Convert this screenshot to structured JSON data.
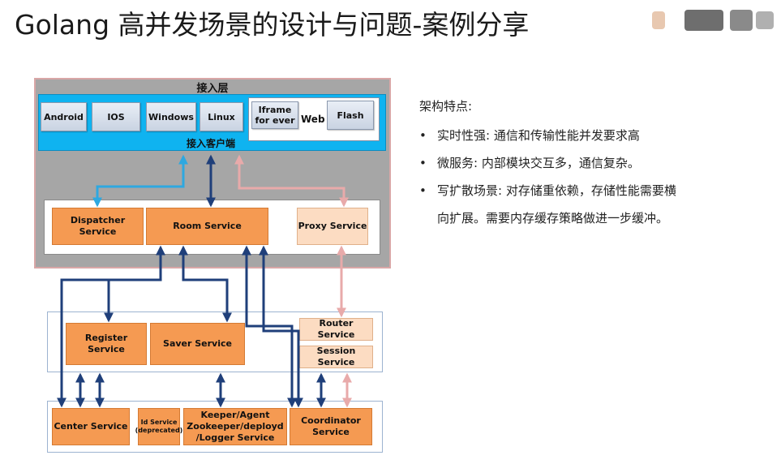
{
  "title": "Golang 高并发场景的设计与问题-案例分享",
  "diagram": {
    "access_layer_label": "接入层",
    "client_label": "接入客户端",
    "web_label": "Web",
    "clients": {
      "android": "Android",
      "ios": "IOS",
      "windows": "Windows",
      "linux": "Linux",
      "iframe": "Iframe for ever",
      "flash": "Flash"
    },
    "services": {
      "dispatcher": "Dispatcher Service",
      "room": "Room Service",
      "proxy": "Proxy Service",
      "register": "Register Service",
      "saver": "Saver Service",
      "router": "Router Service",
      "session": "Session Service",
      "center": "Center Service",
      "id": "Id Service (deprecated)",
      "keeper": "Keeper/Agent Zookeeper/deployd /Logger Service",
      "coordinator": "Coordinator Service"
    },
    "colors": {
      "access_bg": "#a6a6a6",
      "client_bar": "#0fb3f0",
      "service_orange": "#f59a52",
      "arrow_dark": "#1f3f7a",
      "arrow_light_blue": "#2ea8e0",
      "arrow_pink": "#e8aaaa"
    }
  },
  "notes": {
    "heading": "架构特点:",
    "items": [
      "实时性强: 通信和传输性能并发要求高",
      "微服务: 内部模块交互多，通信复杂。",
      "写扩散场景: 对存储重依赖，存储性能需要横"
    ],
    "continuation": "向扩展。需要内存缓存策略做进一步缓冲。"
  }
}
